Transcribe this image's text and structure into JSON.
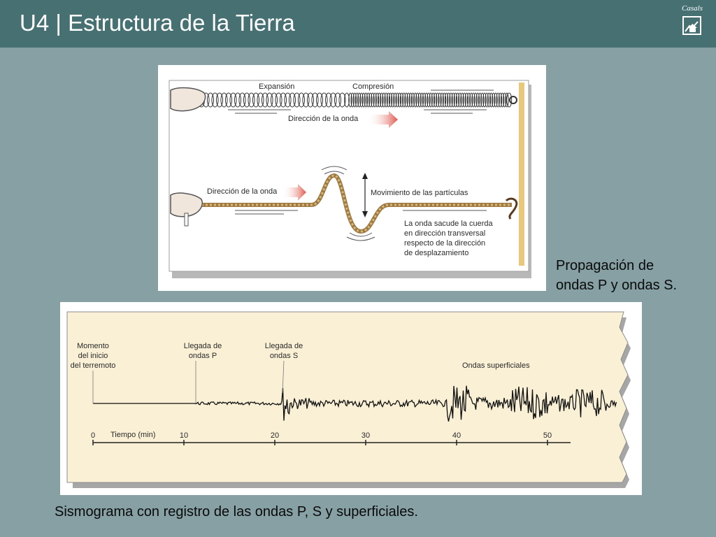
{
  "header": {
    "title": "U4 | Estructura de la Tierra",
    "logo_text": "Casals"
  },
  "figure_top": {
    "expansion_label": "Expansión",
    "compression_label": "Compresión",
    "wave_direction_label_1": "Dirección de la onda",
    "wave_direction_label_2": "Dirección de la onda",
    "particle_motion_label": "Movimiento de las partículas",
    "description_lines": [
      "La onda sacude la cuerda",
      "en dirección transversal",
      "respecto de la dirección",
      "de desplazamiento"
    ],
    "caption_lines": [
      "Propagación de",
      "ondas P y ondas S."
    ]
  },
  "figure_bottom": {
    "start_label_lines": [
      "Momento",
      "del inicio",
      "del terremoto"
    ],
    "p_label_lines": [
      "Llegada de",
      "ondas P"
    ],
    "s_label_lines": [
      "Llegada de",
      "ondas S"
    ],
    "surface_label": "Ondas superficiales",
    "axis_label": "Tiempo (min)",
    "ticks": [
      "0",
      "10",
      "20",
      "30",
      "40",
      "50"
    ],
    "caption": "Sismograma con registro de las ondas P, S y superficiales."
  },
  "colors": {
    "header_bg": "#467072",
    "page_bg": "#86a0a3",
    "paper_bg": "#faf0d6",
    "arrow": "#e0564a",
    "rope": "#c9a46a"
  }
}
